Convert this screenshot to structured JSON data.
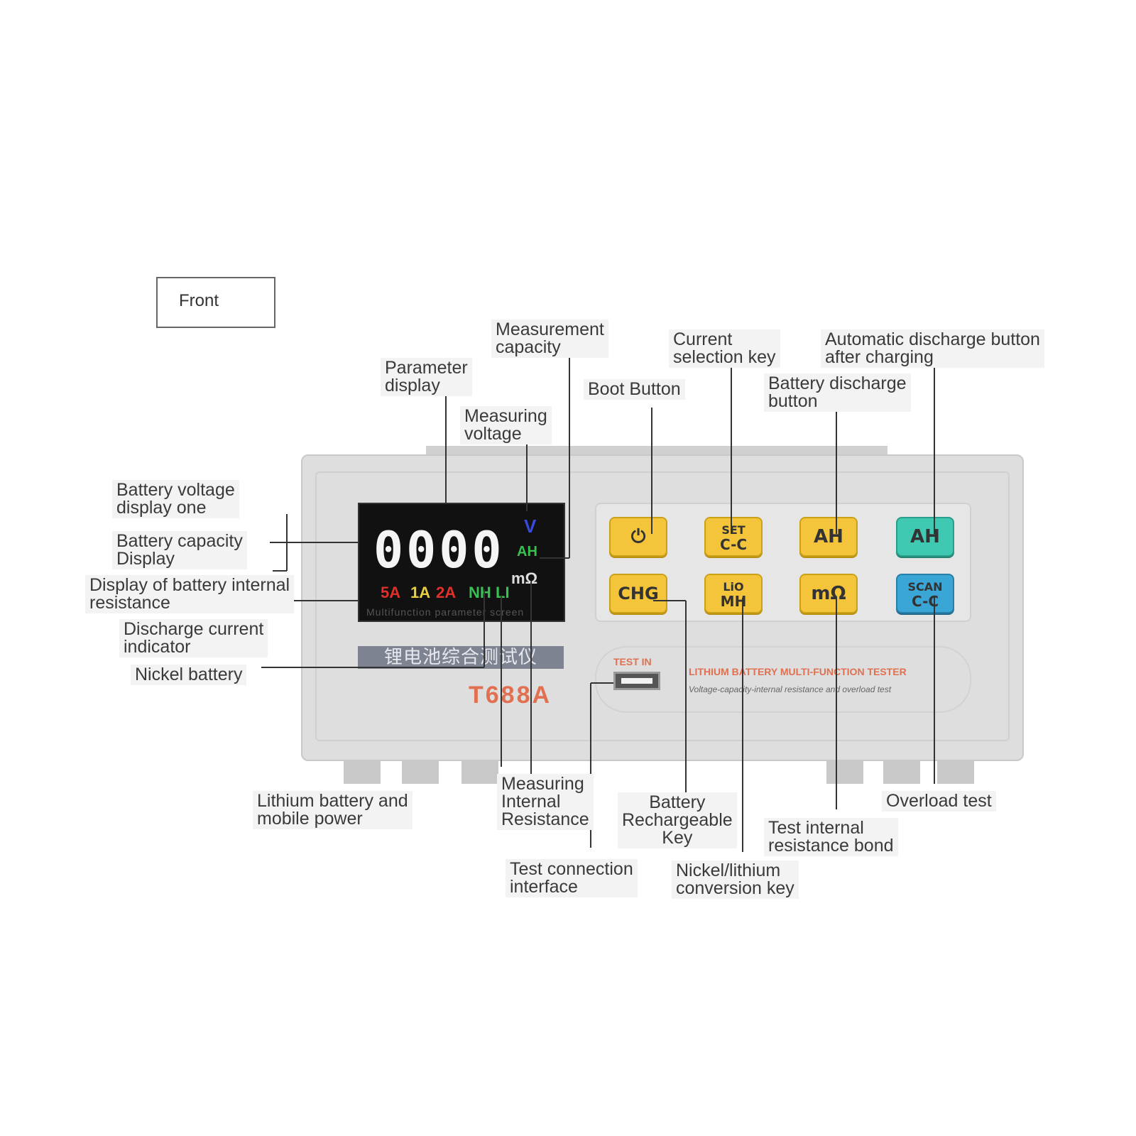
{
  "front_label": "Front",
  "device": {
    "digits": "0000",
    "unit_v": "V",
    "unit_ah": "AH",
    "unit_mohm": "mΩ",
    "indicators": [
      {
        "text": "5A",
        "color": "#e0302a"
      },
      {
        "text": "1A",
        "color": "#e8d040"
      },
      {
        "text": "2A",
        "color": "#e0302a"
      },
      {
        "text": "NH",
        "color": "#38c050"
      },
      {
        "text": "LI",
        "color": "#38c050"
      }
    ],
    "screen_caption": "Multifunction parameter screen",
    "cn_title": "锂电池综合测试仪",
    "model": "T688A",
    "test_in": "TEST IN",
    "tagline": "LITHIUM BATTERY MULTI-FUNCTION TESTER",
    "subtagline": "Voltage-capacity-internal resistance and overload test",
    "keys": [
      {
        "l1": "",
        "l2": "⏻",
        "style": "yellow"
      },
      {
        "l1": "SET",
        "l2": "C-C",
        "style": "yellow"
      },
      {
        "l1": "",
        "l2": "AH",
        "style": "yellow"
      },
      {
        "l1": "AH",
        "l2": "",
        "style": "teal"
      },
      {
        "l1": "",
        "l2": "CHG",
        "style": "yellow"
      },
      {
        "l1": "LiO",
        "l2": "MH",
        "style": "yellow"
      },
      {
        "l1": "",
        "l2": "mΩ",
        "style": "yellow"
      },
      {
        "l1": "SCAN",
        "l2": "C-C",
        "style": "blue"
      }
    ]
  },
  "callouts": {
    "measurement_capacity": "Measurement\ncapacity",
    "parameter_display": "Parameter\ndisplay",
    "measuring_voltage": "Measuring\nvoltage",
    "boot_button": "Boot Button",
    "current_selection_key": "Current\nselection key",
    "battery_discharge_button": "Battery discharge\nbutton",
    "auto_discharge_button": "Automatic discharge button\nafter charging",
    "battery_voltage_display": "Battery voltage\ndisplay one",
    "battery_capacity_display": "Battery capacity\nDisplay",
    "internal_resistance_display": "Display of battery internal\nresistance",
    "discharge_current_indicator": "Discharge current\nindicator",
    "nickel_battery": "Nickel battery",
    "lithium_mobile_power": "Lithium battery and\nmobile power",
    "measuring_internal_resistance": "Measuring\nInternal\nResistance",
    "battery_rechargeable_key": "Battery\nRechargeable\nKey",
    "overload_test": "Overload test",
    "test_internal_resistance_bond": "Test internal\nresistance bond",
    "test_connection_interface": "Test connection\ninterface",
    "nickel_lithium_conversion_key": "Nickel/lithium\nconversion key"
  }
}
